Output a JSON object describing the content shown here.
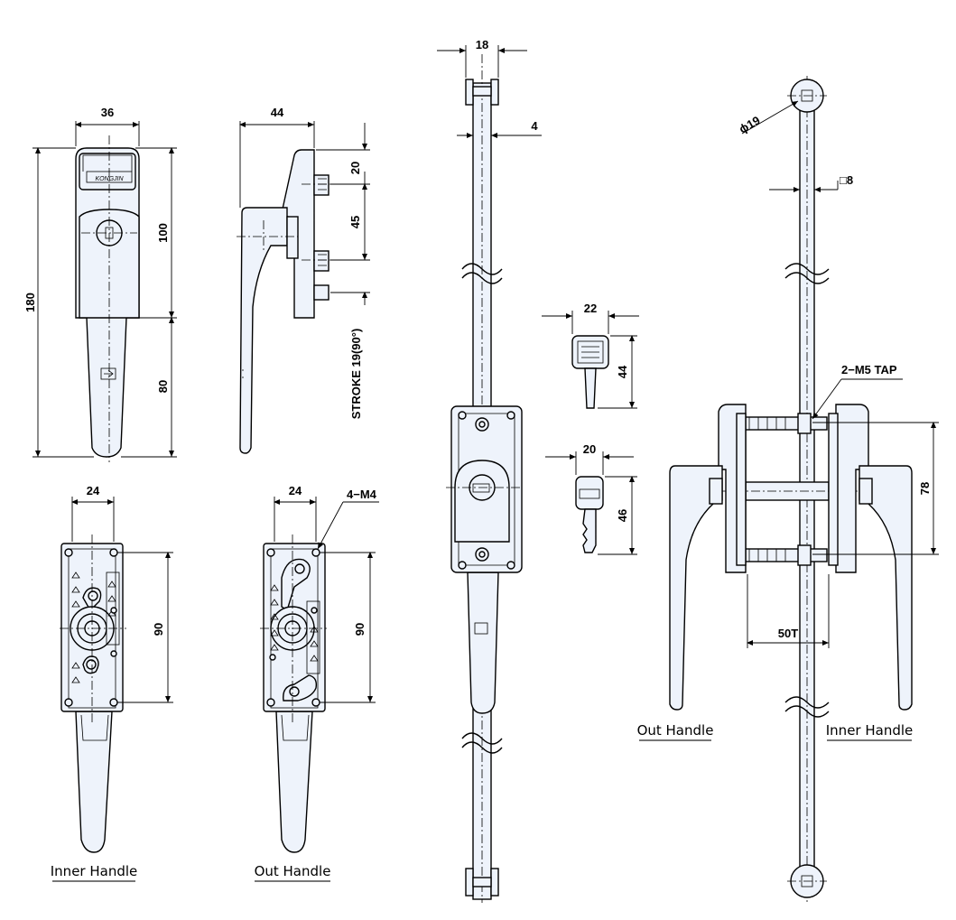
{
  "captions": {
    "inner_handle_bottom": "Inner Handle",
    "out_handle_bottom": "Out Handle",
    "out_handle_right": "Out Handle",
    "inner_handle_right": "Inner Handle"
  },
  "brand_mark": "KONGJIN",
  "dimensions": {
    "width_36": "36",
    "height_180": "180",
    "height_100": "100",
    "height_80": "80",
    "depth_44": "44",
    "offset_20": "20",
    "spacing_45": "45",
    "stroke": "STROKE 19(90°)",
    "width_24_inner": "24",
    "width_24_out": "24",
    "screw_4m4": "4−M4",
    "height_90_inner": "90",
    "height_90_out": "90",
    "rod_18": "18",
    "rod_4": "4",
    "key1_width_22": "22",
    "key1_height_44": "44",
    "key2_width_20": "20",
    "key2_height_46": "46",
    "dia_19": "ϕ19",
    "square_8": "□8",
    "tap_2m5": "2−M5 TAP",
    "height_78": "78",
    "thickness_50t": "50T"
  }
}
